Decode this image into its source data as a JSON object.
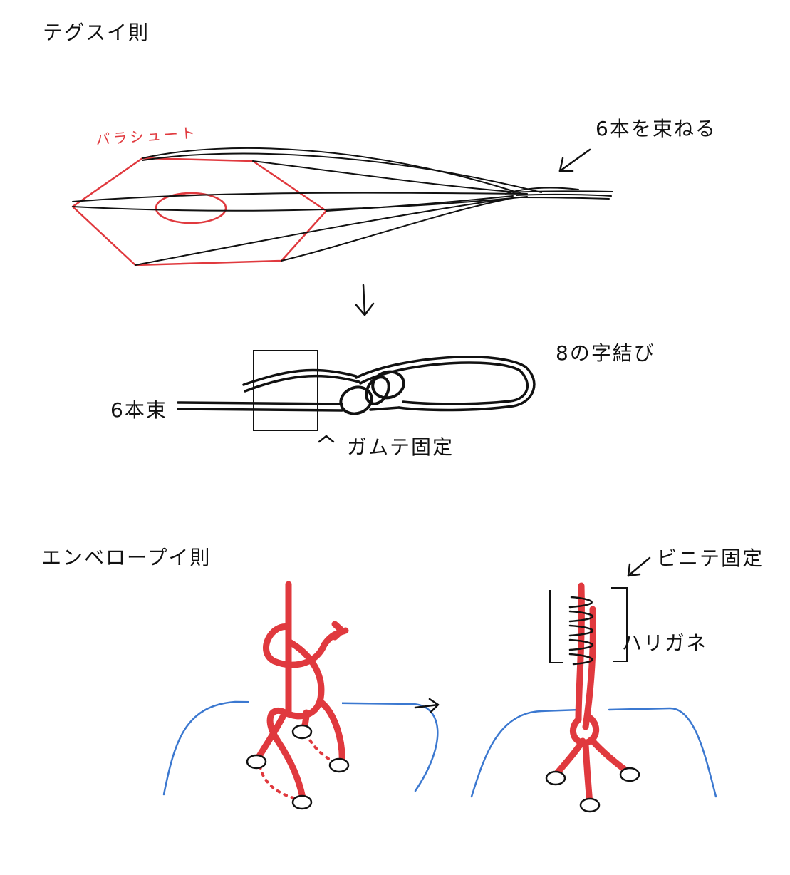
{
  "labels": {
    "tegusu_title": "テグスイ則",
    "parachute": "パラシュート",
    "bundle_six": "6本を束ねる",
    "figure_eight": "8の字結び",
    "six_bundle": "6本束",
    "tape_fix": "ガムテ固定",
    "envelope_title": "エンベロープイ則",
    "vinyl_tape_fix": "ビニテ固定",
    "wire": "ハリガネ"
  },
  "colors": {
    "ink": "#111111",
    "cord": "#e0393e",
    "envelope": "#3b78d0"
  }
}
